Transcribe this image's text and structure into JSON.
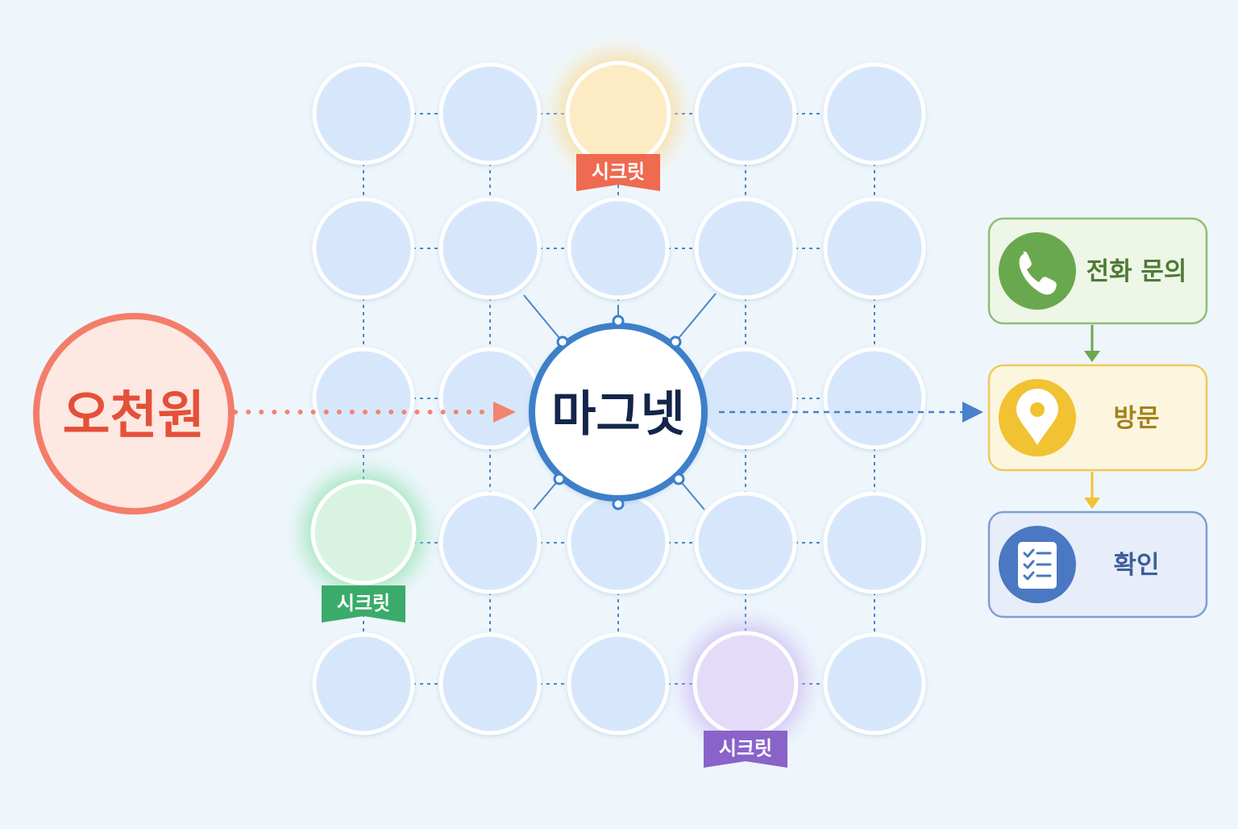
{
  "source": {
    "label": "오천원"
  },
  "hub": {
    "label": "마그넷"
  },
  "secrets": [
    {
      "label": "시크릿",
      "glow": "#fbd98a",
      "fill": "#fdebc4",
      "ribbon": "#ee6a50"
    },
    {
      "label": "시크릿",
      "glow": "#8fe0ad",
      "fill": "#d9f3e3",
      "ribbon": "#3aab6a"
    },
    {
      "label": "시크릿",
      "glow": "#c9b6f2",
      "fill": "#e4dbf8",
      "ribbon": "#8a63c9"
    }
  ],
  "steps": [
    {
      "label": "전화 문의",
      "icon": "phone-icon",
      "color": "#6aa84f",
      "bg": "#eef6e7",
      "border": "#8cbf74",
      "text": "#4e7a35"
    },
    {
      "label": "방문",
      "icon": "map-pin-icon",
      "color": "#f1c232",
      "bg": "#fdf6df",
      "border": "#efca58",
      "text": "#a3821c"
    },
    {
      "label": "확인",
      "icon": "checklist-icon",
      "color": "#4a78c2",
      "bg": "#e7eef9",
      "border": "#7d9fd3",
      "text": "#3d5f9a"
    }
  ],
  "colors": {
    "node_fill": "#d7e7fb",
    "node_stroke": "#ffffff",
    "grid_line": "#4a86c8",
    "hub_stroke": "#3e7fc8",
    "hub_text": "#13264a",
    "source_stroke": "#f47d6a",
    "source_fill": "#fde8e2",
    "source_text": "#e4503a",
    "source_arrow": "#f28470",
    "out_arrow": "#4a80cc"
  }
}
